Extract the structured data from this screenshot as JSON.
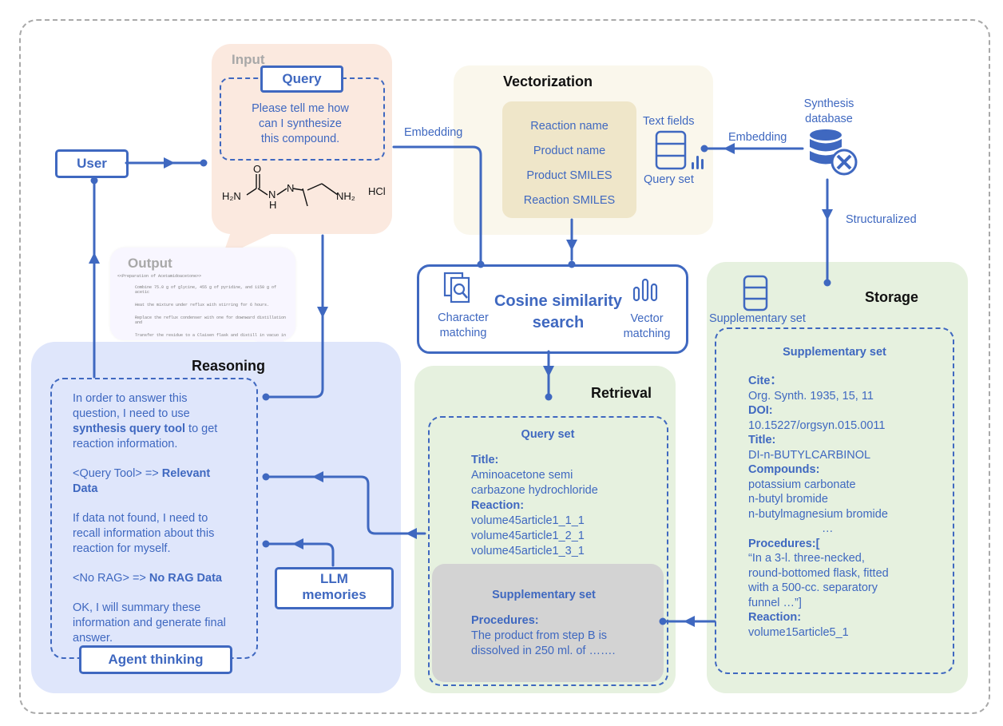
{
  "user": {
    "label": "User"
  },
  "input": {
    "title": "Input",
    "query_label": "Query",
    "query_text": [
      "Please tell me how",
      "can I synthesize",
      "this compound."
    ],
    "molecule": {
      "o": "O",
      "h2n": "H₂N",
      "n": "N",
      "h": "H",
      "nh2": "NH₂",
      "hcl": "HCl"
    }
  },
  "output": {
    "title": "Output",
    "lines": [
      "<<Preparation of Acetamidoacetone>>",
      "Combine 75.0 g of glycine, 455 g of pyridine, and 1150 g of acetic",
      "Heat the mixture under reflux with stirring for 6 hours.",
      "Replace the reflux condenser with one for downward distillation and",
      "Transfer the residue to a Claisen flask and distill in vacuo in"
    ]
  },
  "vectorization": {
    "title": "Vectorization",
    "fields": [
      "Reaction name",
      "Product name",
      "Product SMILES",
      "Reaction SMILES"
    ],
    "text_fields_label": "Text fields",
    "query_set_label": "Query set"
  },
  "synthesis_db": {
    "label": [
      "Synthesis",
      "database"
    ]
  },
  "edges": {
    "embedding_left": "Embedding",
    "embedding_right": "Embedding",
    "structuralized": "Structuralized"
  },
  "cosine": {
    "title": [
      "Cosine similarity",
      "search"
    ],
    "character_matching": [
      "Character",
      "matching"
    ],
    "vector_matching": [
      "Vector",
      "matching"
    ]
  },
  "reasoning": {
    "title": "Reasoning",
    "agent_label": "Agent thinking",
    "llm_memories": [
      "LLM",
      "memories"
    ],
    "p1_lines": [
      "In order to answer this",
      "question, I need to use"
    ],
    "p1_bold": "synthesis query tool",
    "p1_after": " to get",
    "p1_last": "reaction information.",
    "p2_prefix": "<Query Tool> => ",
    "p2_bold_1": "Relevant",
    "p2_bold_2": "Data",
    "p3_lines": [
      "If data not found, I need to",
      "recall information about this",
      "reaction for myself."
    ],
    "p4_prefix": "<No RAG> => ",
    "p4_bold": "No RAG Data",
    "p5_lines": [
      "OK, I will summary these",
      "information and generate final",
      "answer."
    ]
  },
  "retrieval": {
    "title": "Retrieval",
    "query_set": {
      "title": "Query set",
      "title_label": "Title:",
      "title_value": [
        "Aminoacetone semi",
        "carbazone hydrochloride"
      ],
      "reaction_label": "Reaction:",
      "reaction_values": [
        "volume45article1_1_1",
        "volume45article1_2_1",
        "volume45article1_3_1"
      ]
    },
    "supplementary_set": {
      "title": "Supplementary set",
      "procedures_label": "Procedures:",
      "procedures_lines": [
        "The product from step B is",
        "dissolved in 250 ml. of ……."
      ]
    }
  },
  "storage": {
    "title": "Storage",
    "supp_label": "Supplementary set",
    "inner_title": "Supplementary set",
    "cite_label": "Cite：",
    "cite_value": "Org. Synth. 1935, 15, 11",
    "doi_label": "DOI:",
    "doi_value": "10.15227/orgsyn.015.0011",
    "title_label": "Title:",
    "title_value": "DI-n-BUTYLCARBINOL",
    "compounds_label": "Compounds:",
    "compounds": [
      "potassium carbonate",
      "n-butyl bromide",
      "n-butylmagnesium bromide"
    ],
    "ellipsis": "…",
    "procedures_label": "Procedures:[",
    "procedures_lines": [
      "“In a 3-l. three-necked,",
      "round-bottomed flask, fitted",
      "with a 500-cc. separatory",
      "funnel …”]"
    ],
    "reaction_label": "Reaction:",
    "reaction_value": "volume15article5_1"
  },
  "colors": {
    "accent": "#3f68c0",
    "input_bg": "#fbe9df",
    "vector_bg": "#faf7ec",
    "field_bg": "#efe6c9",
    "reasoning_bg": "#dfe6fb",
    "green_bg": "#e6f1df",
    "supp_gray": "#d3d3d3"
  }
}
